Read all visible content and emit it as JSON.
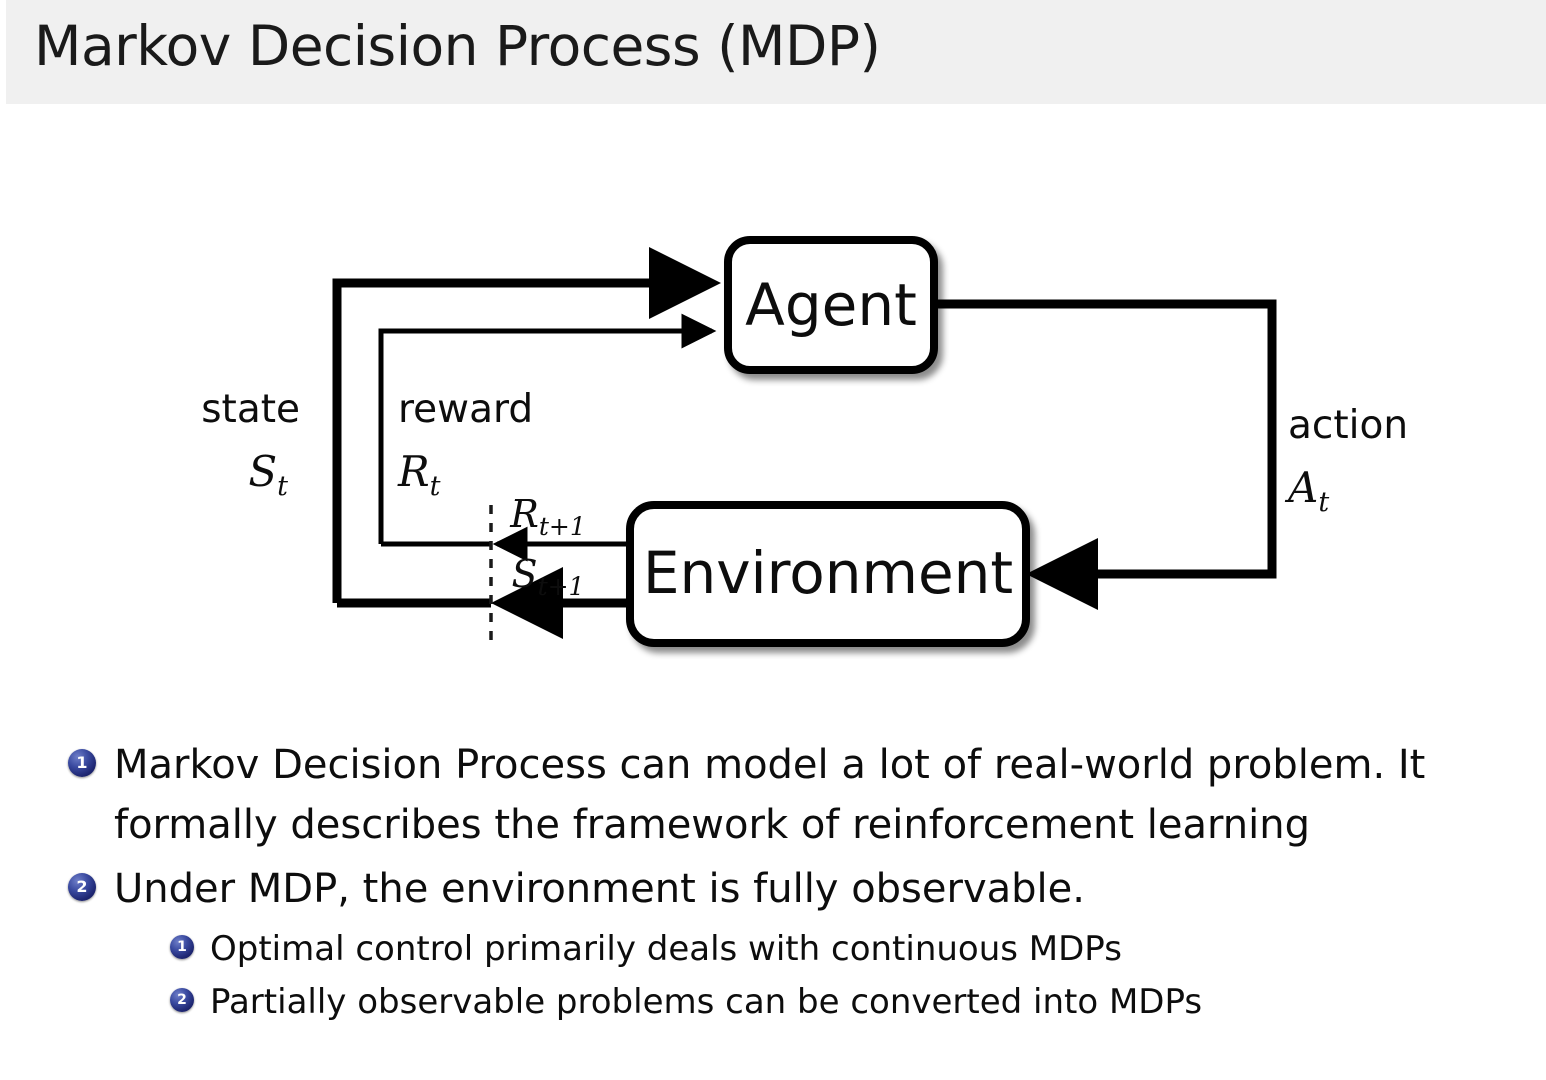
{
  "header": {
    "title": "Markov Decision Process (MDP)",
    "band_color": "#f0f0f0"
  },
  "diagram": {
    "name": "agent-environment-interaction-loop",
    "nodes": {
      "agent": "Agent",
      "environment": "Environment"
    },
    "labels": {
      "state_word": "state",
      "state_symbol": "S",
      "state_sub": "t",
      "reward_word": "reward",
      "reward_symbol": "R",
      "reward_sub": "t",
      "action_word": "action",
      "action_symbol": "A",
      "action_sub": "t",
      "reward_next_symbol": "R",
      "reward_next_sub": "t+1",
      "state_next_symbol": "S",
      "state_next_sub": "t+1"
    },
    "colors": {
      "stroke": "#000000",
      "fill": "#ffffff"
    }
  },
  "bullets": {
    "badge_color": "#1d2570",
    "items": [
      {
        "number": "1",
        "line1": "Markov Decision Process can model a lot of real-world problem. It",
        "line2": "formally describes the framework of reinforcement learning"
      },
      {
        "number": "2",
        "line1": "Under MDP, the environment is fully observable.",
        "line2": ""
      }
    ],
    "sub_items": [
      {
        "number": "1",
        "text": "Optimal control primarily deals with continuous MDPs"
      },
      {
        "number": "2",
        "text": "Partially observable problems can be converted into MDPs"
      }
    ]
  }
}
